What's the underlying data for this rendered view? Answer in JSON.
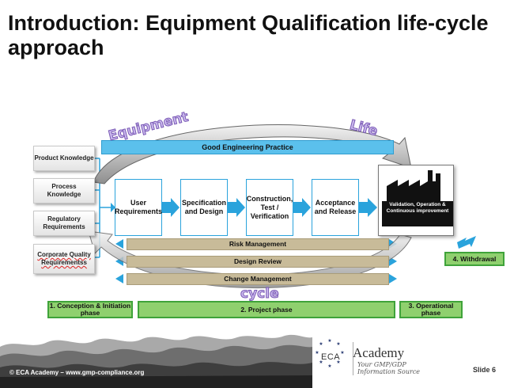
{
  "title": {
    "line1": "Introduction: Equipment Qualification life-cycle",
    "line2": "approach"
  },
  "knowledge": [
    {
      "label": "Product Knowledge"
    },
    {
      "label": "Process Knowledge"
    },
    {
      "label": "Regulatory Requirements"
    },
    {
      "label": "Corporate Quality Requirementss"
    }
  ],
  "good_engineering": "Good Engineering Practice",
  "phases": [
    {
      "label": "User Requirements"
    },
    {
      "label": "Specification and Design"
    },
    {
      "label": "Construction, Test / Verification"
    },
    {
      "label": "Acceptance and Release"
    }
  ],
  "factory_label": "Validation, Operation & Continuous improvement",
  "bands": [
    {
      "label": "Risk Management"
    },
    {
      "label": "Design Review"
    },
    {
      "label": "Change Management"
    }
  ],
  "life_cycle_words": {
    "equipment": "Equipment",
    "life": "Life",
    "cycle": "cycle"
  },
  "bottom_phases": [
    {
      "label": "1. Conception & Initiation phase"
    },
    {
      "label": "2. Project phase"
    },
    {
      "label": "3. Operational phase"
    }
  ],
  "withdrawal": "4. Withdrawal",
  "footer": {
    "copyright": "© ECA  Academy – www.gmp-compliance.org",
    "logo_text": "ECA",
    "brand": "Academy",
    "tagline_line1": "Your GMP/GDP",
    "tagline_line2": "Information Source",
    "slide": "Slide 6"
  },
  "colors": {
    "blue_arrow": "#2aa3dc",
    "gep_fill": "#5bc0ec",
    "band_fill": "#c8bb99",
    "green_fill": "#8fd06e",
    "wordart": "#c9b7ec"
  }
}
